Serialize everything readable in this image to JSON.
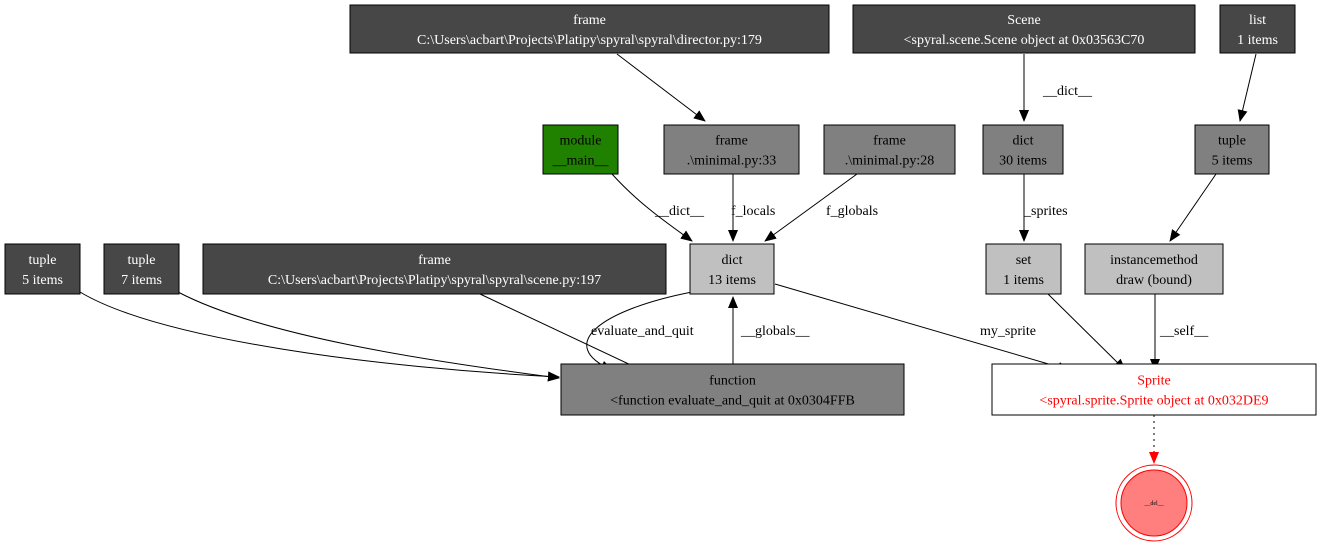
{
  "colors": {
    "dark": "#474747",
    "mid": "#808080",
    "light": "#c0c0c0",
    "green": "#208000",
    "white": "#ffffff",
    "red": "#ff0000",
    "del_fill": "#ff7f7f"
  },
  "nodes": {
    "frame_director": {
      "line1": "frame",
      "line2": "C:\\Users\\acbart\\Projects\\Platipy\\spyral\\spyral\\director.py:179",
      "fill": "dark",
      "text": "#ffffff"
    },
    "scene": {
      "line1": "Scene",
      "line2": "<spyral.scene.Scene object at 0x03563C70",
      "fill": "dark",
      "text": "#ffffff"
    },
    "list": {
      "line1": "list",
      "line2": "1 items",
      "fill": "dark",
      "text": "#ffffff"
    },
    "module_main": {
      "line1": "module",
      "line2": "__main__",
      "fill": "green",
      "text": "#000000"
    },
    "frame_minimal33": {
      "line1": "frame",
      "line2": ".\\minimal.py:33",
      "fill": "mid",
      "text": "#000000"
    },
    "frame_minimal28": {
      "line1": "frame",
      "line2": ".\\minimal.py:28",
      "fill": "mid",
      "text": "#000000"
    },
    "dict30": {
      "line1": "dict",
      "line2": "30 items",
      "fill": "mid",
      "text": "#000000"
    },
    "tuple5b": {
      "line1": "tuple",
      "line2": "5 items",
      "fill": "mid",
      "text": "#000000"
    },
    "tuple5a": {
      "line1": "tuple",
      "line2": "5 items",
      "fill": "dark",
      "text": "#ffffff"
    },
    "tuple7": {
      "line1": "tuple",
      "line2": "7 items",
      "fill": "dark",
      "text": "#ffffff"
    },
    "frame_scene": {
      "line1": "frame",
      "line2": "C:\\Users\\acbart\\Projects\\Platipy\\spyral\\spyral\\scene.py:197",
      "fill": "dark",
      "text": "#ffffff"
    },
    "dict13": {
      "line1": "dict",
      "line2": "13 items",
      "fill": "light",
      "text": "#000000"
    },
    "set1": {
      "line1": "set",
      "line2": "1 items",
      "fill": "light",
      "text": "#000000"
    },
    "instancemethod": {
      "line1": "instancemethod",
      "line2": "draw (bound)",
      "fill": "light",
      "text": "#000000"
    },
    "function": {
      "line1": "function",
      "line2": "<function evaluate_and_quit at 0x0304FFB",
      "fill": "mid",
      "text": "#000000"
    },
    "sprite": {
      "line1": "Sprite",
      "line2": "<spyral.sprite.Sprite object at 0x032DE9",
      "fill": "white",
      "text": "#ff0000"
    },
    "del": {
      "label": "__del__"
    }
  },
  "edges": [
    {
      "from": "frame_director",
      "to": "frame_minimal33",
      "label": ""
    },
    {
      "from": "scene",
      "to": "dict30",
      "label": "__dict__"
    },
    {
      "from": "list",
      "to": "tuple5b",
      "label": ""
    },
    {
      "from": "module_main",
      "to": "dict13",
      "label": "__dict__"
    },
    {
      "from": "frame_minimal33",
      "to": "dict13",
      "label": "f_locals"
    },
    {
      "from": "frame_minimal28",
      "to": "dict13",
      "label": "f_globals"
    },
    {
      "from": "dict30",
      "to": "set1",
      "label": "_sprites"
    },
    {
      "from": "tuple5b",
      "to": "instancemethod",
      "label": ""
    },
    {
      "from": "tuple5a",
      "to": "function",
      "label": ""
    },
    {
      "from": "tuple7",
      "to": "function",
      "label": ""
    },
    {
      "from": "frame_scene",
      "to": "function",
      "label": ""
    },
    {
      "from": "dict13",
      "to": "function",
      "label": "evaluate_and_quit"
    },
    {
      "from": "function",
      "to": "dict13",
      "label": "__globals__"
    },
    {
      "from": "dict13",
      "to": "sprite",
      "label": "my_sprite"
    },
    {
      "from": "set1",
      "to": "sprite",
      "label": ""
    },
    {
      "from": "instancemethod",
      "to": "sprite",
      "label": "__self__"
    },
    {
      "from": "sprite",
      "to": "del",
      "label": "",
      "style": "dotted-red"
    }
  ]
}
